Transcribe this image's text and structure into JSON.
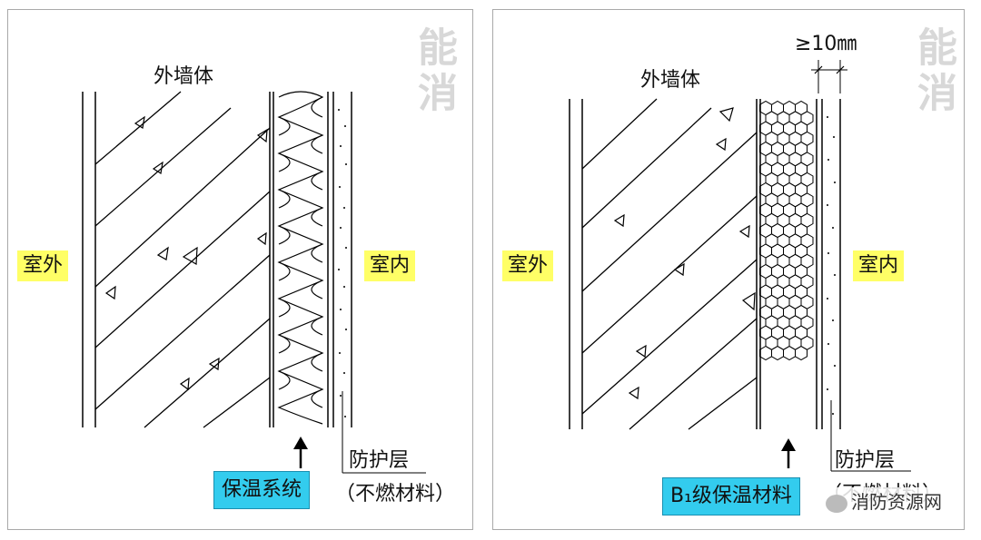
{
  "left": {
    "title": "外墙体",
    "outside": "室外",
    "inside": "室内",
    "system_label": "保温系统",
    "protect_line1": "防护层",
    "protect_line2": "（不燃材料）"
  },
  "right": {
    "title": "外墙体",
    "dimension": "≥10㎜",
    "outside": "室外",
    "inside": "室内",
    "system_label": "B₁级保温材料",
    "protect_line1": "防护层",
    "protect_line2": "（不燃材料）",
    "source_mark": "消防资源网"
  },
  "watermark": "能消"
}
